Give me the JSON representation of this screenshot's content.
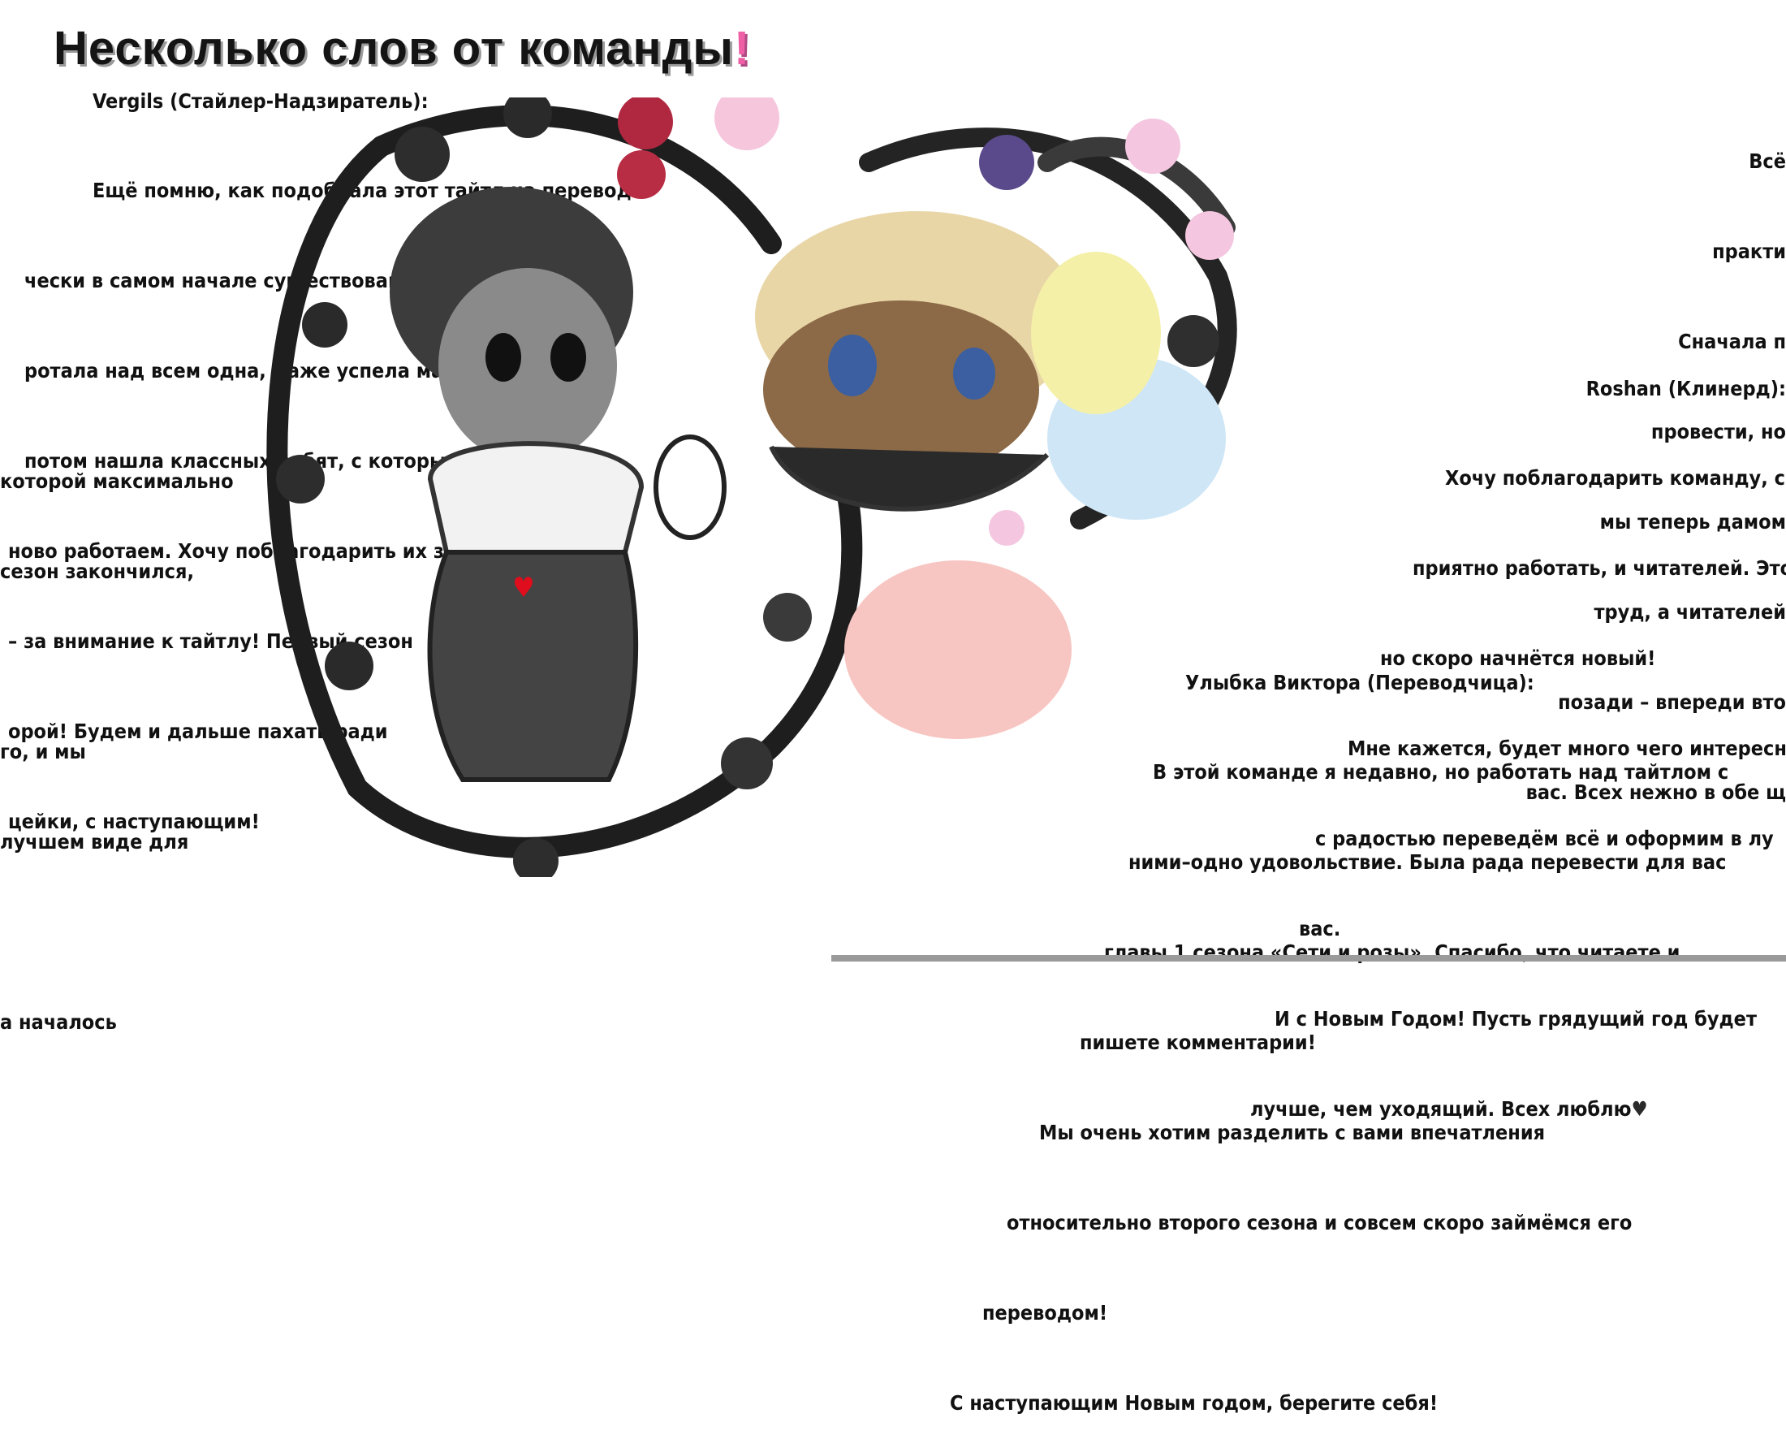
{
  "title": {
    "dark": "Несколько слов от команды",
    "accent": "!"
  },
  "messages": {
    "vergils": {
      "author": "Vergils (Стайлер-Надзиратель):",
      "lines": [
        "Ещё помню, как подобрала этот тайтл на перевод",
        "чески в самом начале существования команды.",
        "ротала над всем одна, даже успела марафон",
        "потом нашла классных ребят, с которыми",
        "ново работаем. Хочу поблагодарить их за",
        "– за внимание к тайтлу! Первый сезон",
        "орой! Будем и дальше пахать ради",
        "цейки, с наступающим!"
      ],
      "lines2": [
        "которой максимально",
        "сезон закончился,",
        "",
        "го, и мы",
        "лучшем виде для",
        "",
        "а началось"
      ]
    },
    "right_top": {
      "author": "",
      "lines": [
        "Всё",
        "практи",
        "Сначала п",
        "провести, но",
        "мы теперь дамом",
        "труд, а читателей",
        "позади – впереди вто",
        "вас. Всех нежно в обе щ"
      ]
    },
    "roshan": {
      "author": "Roshan (Клинерд):",
      "lines": [
        "Хочу поблагодарить команду, с ",
        "приятно работать, и читателей. Этот",
        "но скоро начнётся новый!",
        "Мне кажется, будет много чего интересно",
        "с радостью переведём всё и оформим в лу",
        "вас.",
        "И с Новым Годом! Пусть грядущий год будет",
        "лучше, чем уходящий. Всех люблю"
      ]
    },
    "ulybka": {
      "author": "Улыбка Виктора (Переводчица):",
      "lines": [
        "В этой команде я недавно, но работать над тайтлом с",
        "ними–одно удовольствие. Была рада перевести для вас",
        "главы 1 сезона «Сети и розы». Спасибо, что читаете и",
        "пишете комментарии!",
        "Мы очень хотим разделить с вами впечатления",
        "относительно второго сезона и совсем скоро займёмся его",
        "переводом!",
        "С наступающим Новым годом, берегите себя!"
      ]
    }
  },
  "colors": {
    "accent": "#ee5fa5",
    "heart": "#e00d1c",
    "bar": "#9a9a9a"
  },
  "icons": {
    "art": "two-anime-characters-with-rose-wreath-illustration"
  }
}
